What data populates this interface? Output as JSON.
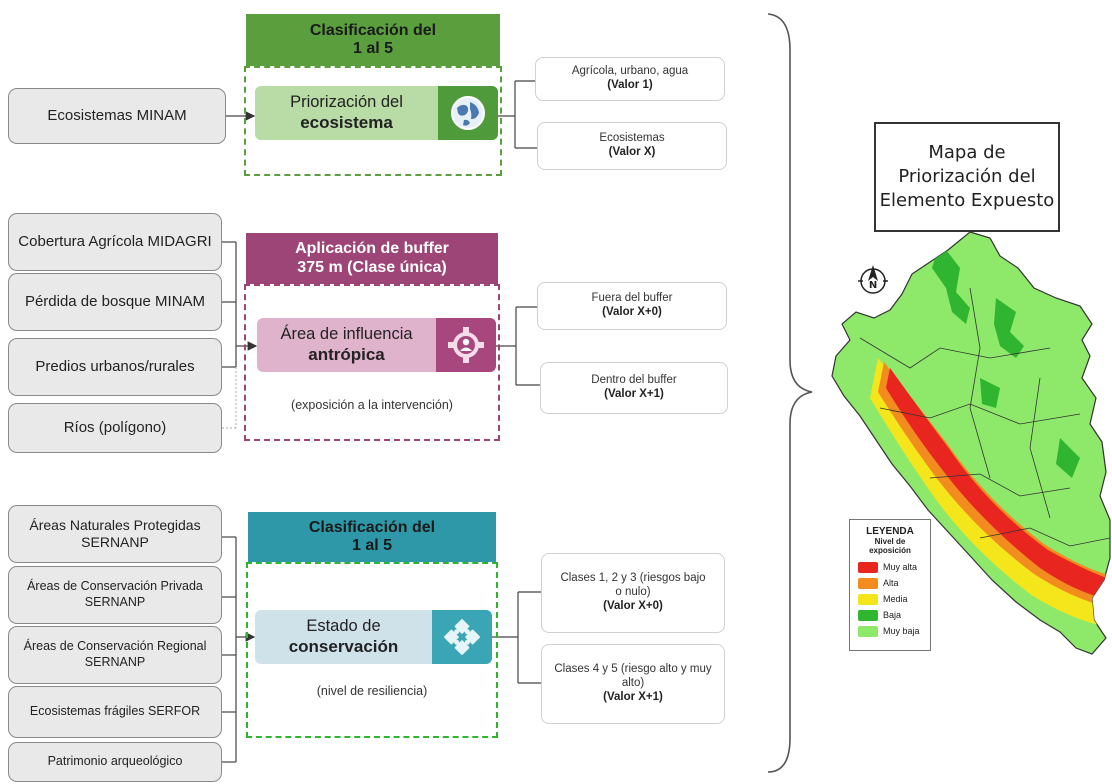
{
  "section1": {
    "header": [
      "Clasificación del",
      "1 al 5"
    ],
    "sources": [
      "Ecosistemas MINAM"
    ],
    "process": {
      "line1": "Priorización del",
      "line2": "ecosistema",
      "icon": "globe-icon"
    },
    "outputs": [
      {
        "text": "Agrícola, urbano, agua",
        "value": "(Valor 1)"
      },
      {
        "text": "Ecosistemas",
        "value": "(Valor X)"
      }
    ],
    "colors": {
      "header": "#5a9e3e",
      "panel": "#b9dba6",
      "icon": "#4f9a3a"
    }
  },
  "section2": {
    "header": [
      "Aplicación de buffer",
      "375 m (Clase única)"
    ],
    "sources": [
      "Cobertura Agrícola MIDAGRI",
      "Pérdida de bosque MINAM",
      "Predios urbanos/rurales",
      "Ríos (polígono)"
    ],
    "process": {
      "line1": "Área de influencia",
      "line2": "antrópica",
      "icon": "person-gear-icon"
    },
    "note": "(exposición a la intervención)",
    "outputs": [
      {
        "text": "Fuera del buffer",
        "value": "(Valor X+0)"
      },
      {
        "text": "Dentro del buffer",
        "value": "(Valor X+1)"
      }
    ],
    "colors": {
      "header": "#9e4577",
      "panel": "#e0b3cc",
      "icon": "#a8477e"
    }
  },
  "section3": {
    "header": [
      "Clasificación del",
      "1 al 5"
    ],
    "sources": [
      "Áreas Naturales Protegidas SERNANP",
      "Áreas de Conservación Privada SERNANP",
      "Áreas de Conservación Regional SERNANP",
      "Ecosistemas frágiles SERFOR",
      "Patrimonio arqueológico"
    ],
    "process": {
      "line1": "Estado de",
      "line2": "conservación",
      "icon": "puzzle-icon"
    },
    "note": "(nivel de resiliencia)",
    "outputs": [
      {
        "text": "Clases 1, 2 y 3 (riesgos bajo o nulo)",
        "value": "(Valor X+0)"
      },
      {
        "text": "Clases 4 y 5 (riesgo alto y muy alto)",
        "value": "(Valor X+1)"
      }
    ],
    "colors": {
      "header": "#2f98a8",
      "panel": "#cfe2ea",
      "icon": "#3aa5b5"
    }
  },
  "map": {
    "title": [
      "Mapa de",
      "Priorización del",
      "Elemento Expuesto"
    ],
    "north": "N",
    "legend": {
      "title": "LEYENDA",
      "subtitle": "Nivel de exposición",
      "items": [
        {
          "label": "Muy alta",
          "color": "#e8261f"
        },
        {
          "label": "Alta",
          "color": "#f28c1e"
        },
        {
          "label": "Media",
          "color": "#f5e61b"
        },
        {
          "label": "Baja",
          "color": "#2fb52f"
        },
        {
          "label": "Muy baja",
          "color": "#8ee86a"
        }
      ]
    }
  }
}
